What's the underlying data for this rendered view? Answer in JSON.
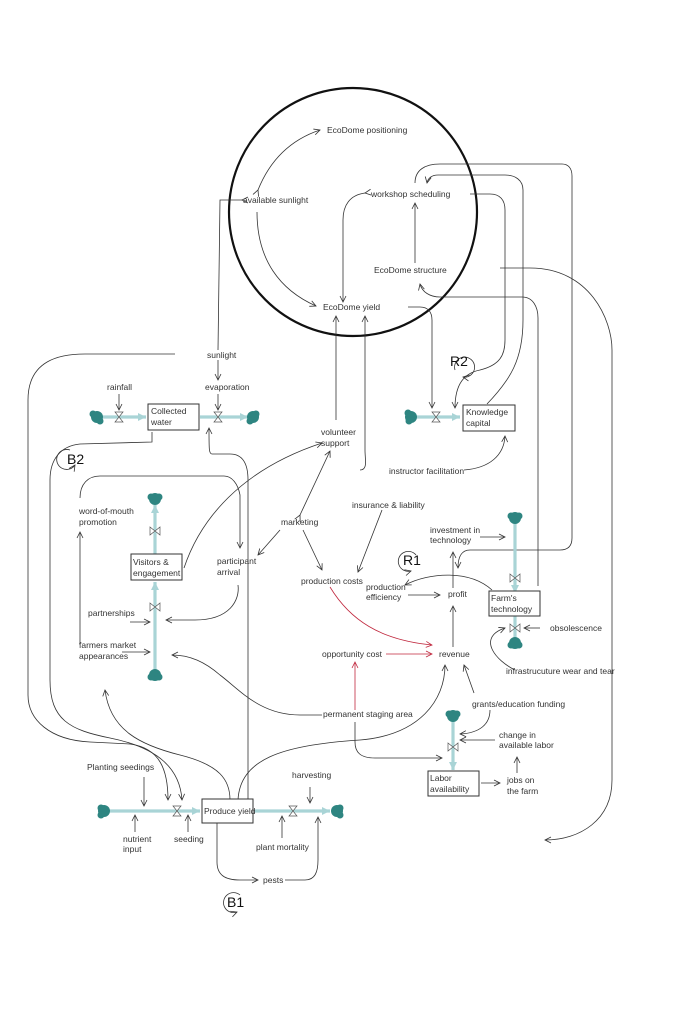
{
  "diagram": {
    "type": "stock-and-flow",
    "colors": {
      "link": "#333333",
      "negative_link": "#c0283e",
      "pipe": "#a9d4d6",
      "cloud": "#2e8581",
      "boundary_circle": "#111111"
    },
    "stocks": {
      "collected_water": [
        "Collected",
        "water"
      ],
      "knowledge_capital": [
        "Knowledge",
        "capital"
      ],
      "visitors_engagement": [
        "Visitors &",
        "engagement"
      ],
      "farms_technology": [
        "Farm's",
        "technology"
      ],
      "labor_availability": [
        "Labor",
        "availability"
      ],
      "produce_yield": [
        "Produce yield"
      ]
    },
    "variables": {
      "ecodome_positioning": "EcoDome positioning",
      "available_sunlight": "available sunlight",
      "workshop_scheduling": "workshop scheduling",
      "ecodome_structure": "EcoDome structure",
      "ecodome_yield": "EcoDome yield",
      "sunlight": "sunlight",
      "rainfall": "rainfall",
      "evaporation": "evaporation",
      "volunteer_support": [
        "volunteer",
        "support"
      ],
      "instructor_facilitation": "instructor facilitation",
      "word_of_mouth": [
        "word-of-mouth",
        "promotion"
      ],
      "marketing": "marketing",
      "insurance_liability": "insurance & liability",
      "investment_in_technology": [
        "investment in",
        "technology"
      ],
      "participant_arrival": [
        "participant",
        "arrival"
      ],
      "production_costs": "production costs",
      "production_efficiency": [
        "production",
        "efficiency"
      ],
      "profit": "profit",
      "obsolescence": "obsolescence",
      "partnerships": "partnerships",
      "farmers_market": [
        "farmers market",
        "appearances"
      ],
      "opportunity_cost": "opportunity cost",
      "revenue": "revenue",
      "infrastructure_wear": "infrastrucuture wear and tear",
      "grants_funding": "grants/education funding",
      "permanent_staging_area": "permanent staging area",
      "change_in_labor": [
        "change in",
        "available labor"
      ],
      "planting_seedings": "Planting seedings",
      "harvesting": "harvesting",
      "jobs_on_farm": [
        "jobs on",
        "the farm"
      ],
      "nutrient_input": [
        "nutrient",
        "input"
      ],
      "seeding": "seeding",
      "plant_mortality": "plant mortality",
      "pests": "pests"
    },
    "loops": {
      "r1": "R1",
      "r2": "R2",
      "b1": "B1",
      "b2": "B2"
    }
  }
}
